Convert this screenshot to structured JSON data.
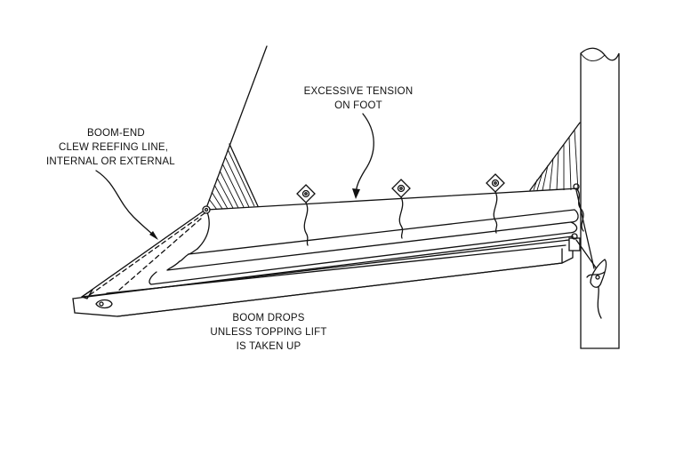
{
  "labels": {
    "excessive_tension": [
      "EXCESSIVE TENSION",
      "ON FOOT"
    ],
    "clew_reefing_line": [
      "BOOM-END",
      "CLEW REEFING LINE,",
      "INTERNAL OR EXTERNAL"
    ],
    "boom_drops": [
      "BOOM DROPS",
      "UNLESS TOPPING LIFT",
      "IS TAKEN UP"
    ]
  },
  "colors": {
    "ink": "#111111",
    "background": "#ffffff"
  }
}
